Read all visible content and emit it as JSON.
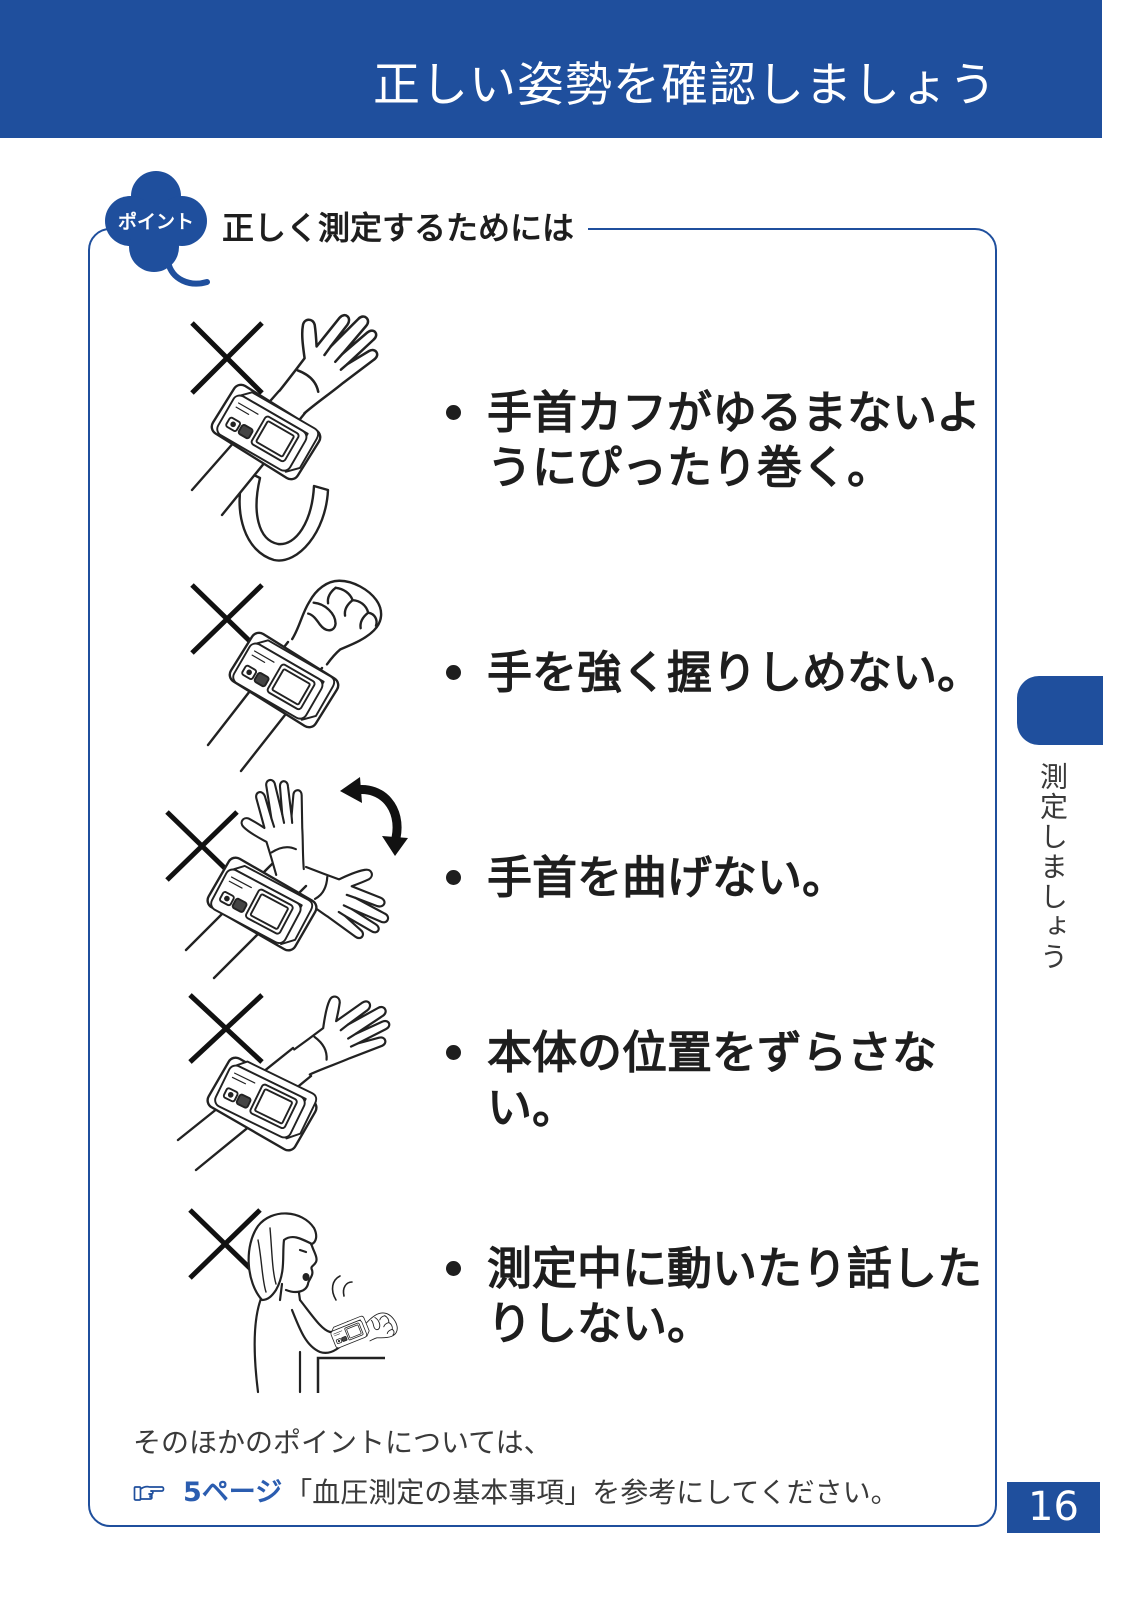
{
  "header": {
    "title": "正しい姿勢を確認しましょう"
  },
  "point_section": {
    "badge_icon": "clover-icon",
    "badge_label": "ポイント",
    "heading": "正しく測定するためには",
    "mark_icon": "cross-mark-icon",
    "items": [
      {
        "lines": [
          "手首カフがゆるまないよ",
          "うにぴったり巻く。"
        ]
      },
      {
        "lines": [
          "手を強く握りしめない。"
        ]
      },
      {
        "lines": [
          "手首を曲げない。"
        ]
      },
      {
        "lines": [
          "本体の位置をずらさな",
          "い。"
        ]
      },
      {
        "lines": [
          "測定中に動いたり話した",
          "りしない。"
        ]
      }
    ]
  },
  "footer_note": {
    "intro": "そのほかのポイントについては、",
    "pointer_icon": "pointing-hand-icon",
    "page_ref": "5ページ",
    "ref_text": "「血圧測定の基本事項」を参考にしてください。"
  },
  "side_tab": {
    "label": "測定しましょう"
  },
  "page_number": "16",
  "colors": {
    "brand_blue": "#1f4f9d",
    "text": "#1e1e1e",
    "muted_text": "#3a3a3a",
    "page_ref": "#2b5db0"
  }
}
